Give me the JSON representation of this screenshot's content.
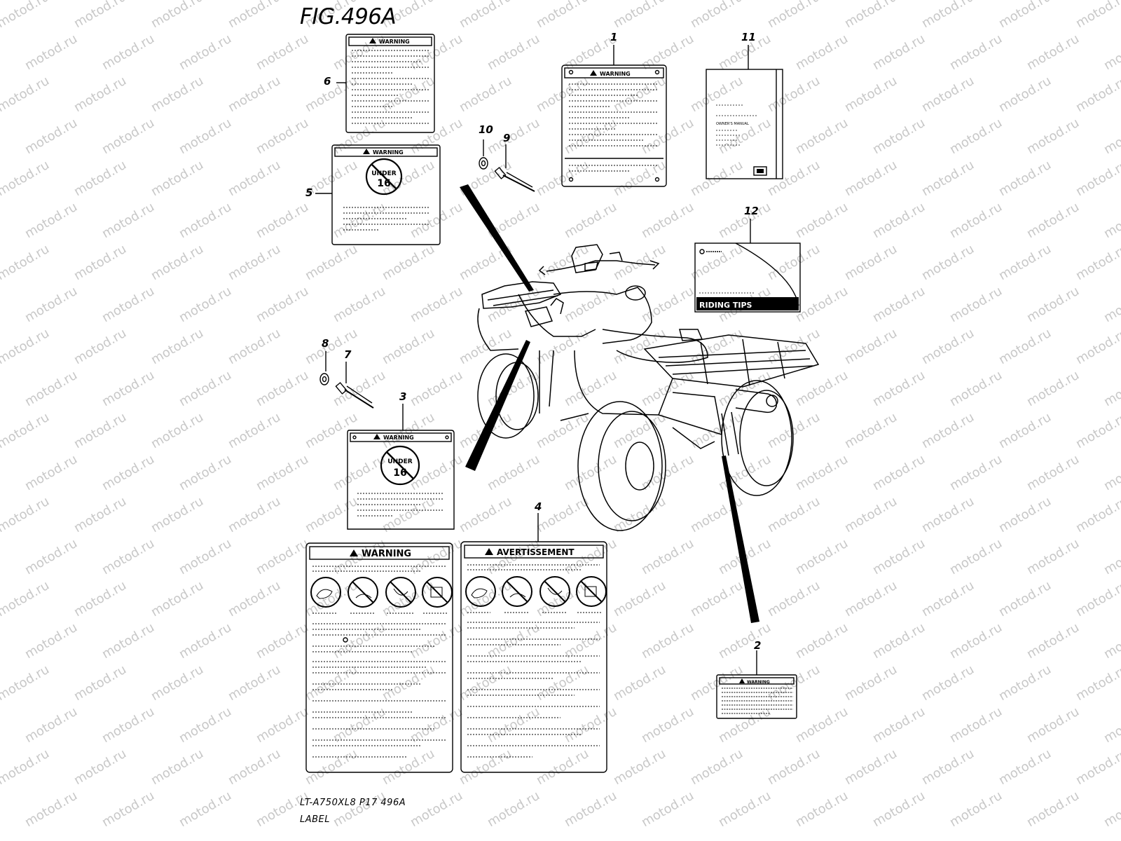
{
  "figure": {
    "title": "FIG.496A",
    "footer_code": "LT-A750XL8  P17  496A",
    "footer_label": "LABEL",
    "watermark": "motod.ru"
  },
  "callouts": [
    "1",
    "2",
    "3",
    "4",
    "5",
    "6",
    "7",
    "8",
    "9",
    "10",
    "11",
    "12"
  ],
  "labels": {
    "warning": "WARNING",
    "avertissement": "AVERTISSEMENT",
    "under": "UNDER",
    "age": "16",
    "riding_tips": "RIDING TIPS",
    "owners_manual": "OWNER'S MANUAL"
  },
  "colors": {
    "ink": "#000000",
    "paper": "#ffffff",
    "watermark": "#c8c8c8"
  }
}
